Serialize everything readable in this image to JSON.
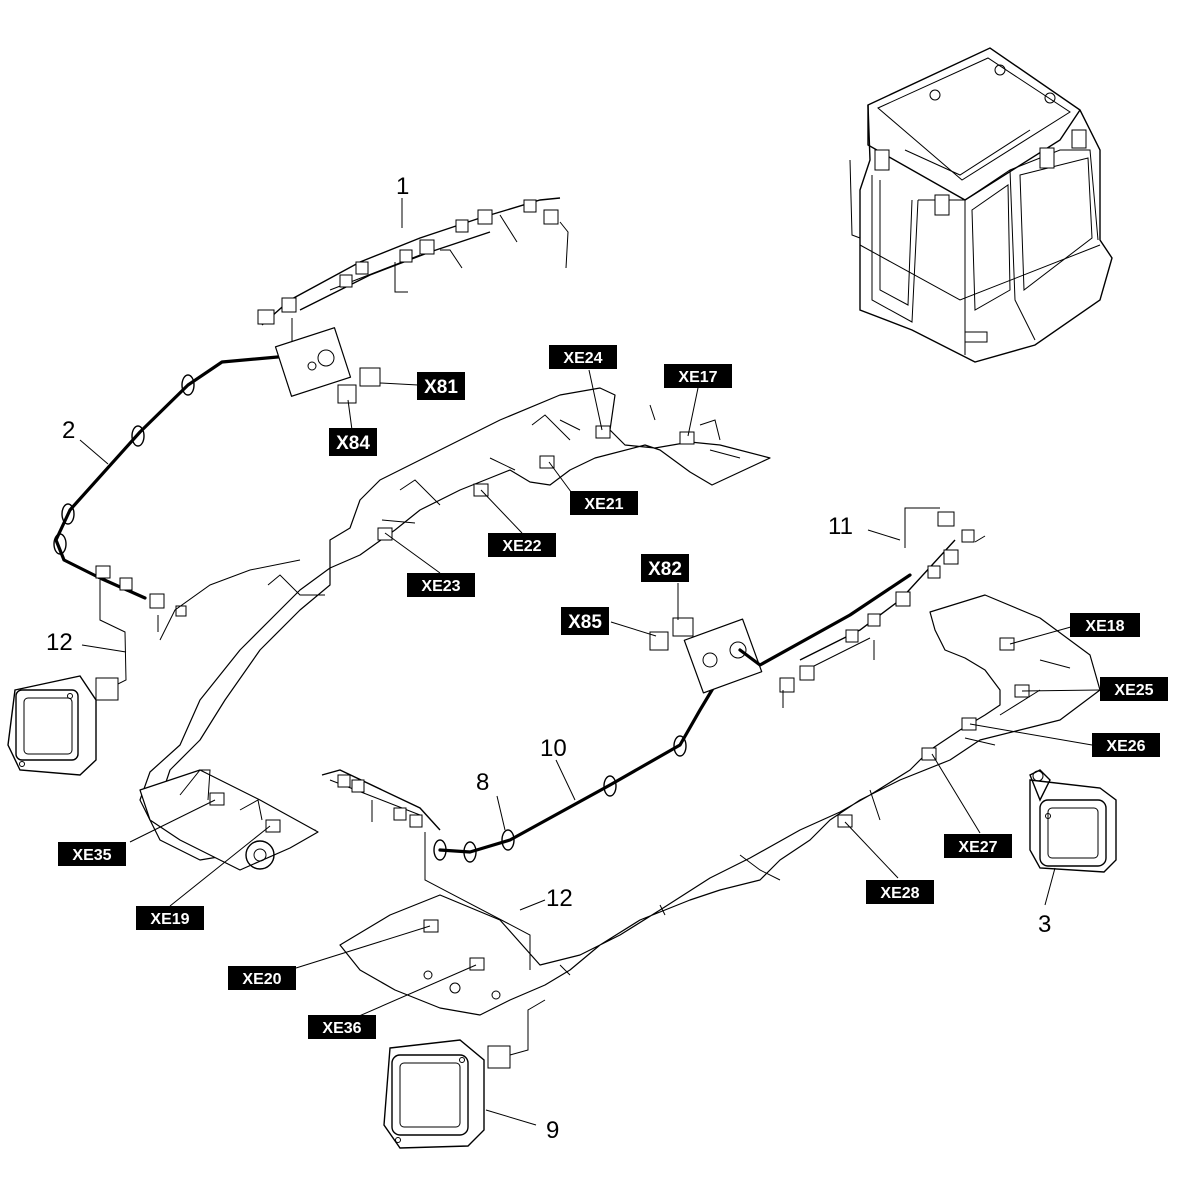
{
  "tags": {
    "x81": "X81",
    "x84": "X84",
    "x82": "X82",
    "x85": "X85",
    "xe24": "XE24",
    "xe17": "XE17",
    "xe21": "XE21",
    "xe22": "XE22",
    "xe23": "XE23",
    "xe18": "XE18",
    "xe25": "XE25",
    "xe26": "XE26",
    "xe27": "XE27",
    "xe28": "XE28",
    "xe35": "XE35",
    "xe19": "XE19",
    "xe20": "XE20",
    "xe36": "XE36"
  },
  "numbers": {
    "n1": "1",
    "n2": "2",
    "n3": "3",
    "n8": "8",
    "n9": "9",
    "n10": "10",
    "n11": "11",
    "n12a": "12",
    "n12b": "12"
  }
}
